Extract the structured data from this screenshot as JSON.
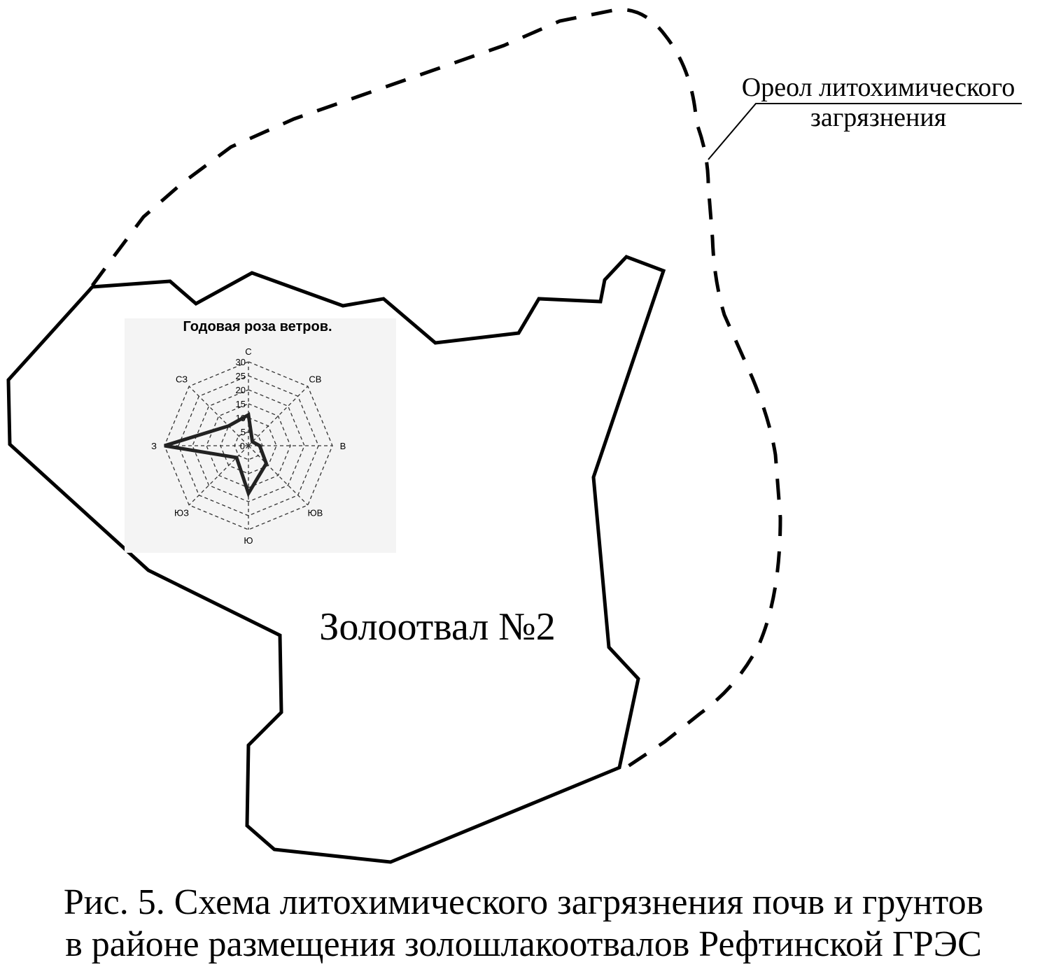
{
  "halo": {
    "label_line1": "Ореол литохимического",
    "label_line2": "загрязнения"
  },
  "dump": {
    "label": "Золоотвал №2"
  },
  "wind_rose": {
    "title": "Годовая роза ветров.",
    "directions": [
      "С",
      "СВ",
      "В",
      "ЮВ",
      "Ю",
      "ЮЗ",
      "З",
      "СЗ"
    ],
    "ring_values": [
      "5",
      "10",
      "15",
      "20",
      "25",
      "30"
    ],
    "center_label": "0",
    "max_value": 30,
    "frequencies": [
      11,
      2,
      4,
      9,
      17,
      6,
      30,
      10
    ]
  },
  "caption": {
    "line1": "Рис. 5. Схема литохимического загрязнения почв и грунтов",
    "line2": "в районе размещения золошлакоотвалов Рефтинской ГРЭС"
  },
  "colors": {
    "line": "#000000",
    "rose_grid": "#333333",
    "rose_background": "#f4f4f4"
  }
}
